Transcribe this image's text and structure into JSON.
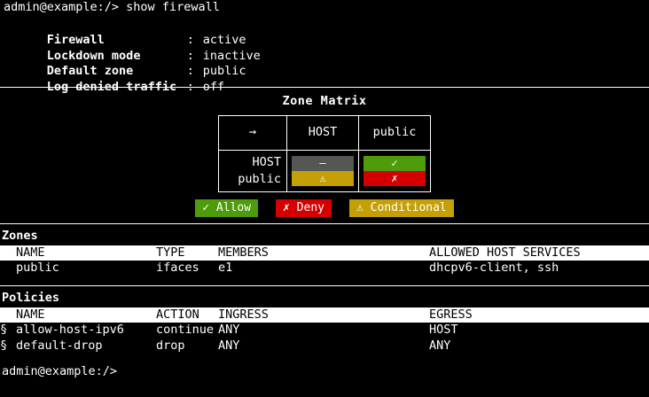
{
  "terminal": {
    "prompt": "admin@example:/>",
    "command": " show firewall",
    "command_line": "admin@example:/> show firewall",
    "trailing_prompt": "admin@example:/>"
  },
  "summary": {
    "rows": [
      {
        "key": "Firewall",
        "colon": ":",
        "value": "active"
      },
      {
        "key": "Lockdown mode",
        "colon": ":",
        "value": "inactive"
      },
      {
        "key": "Default zone",
        "colon": ":",
        "value": "public"
      },
      {
        "key": "Log denied traffic",
        "colon": ":",
        "value": "off"
      }
    ]
  },
  "matrix": {
    "title": "Zone Matrix",
    "corner_glyph": "→",
    "col_headers": [
      "HOST",
      "public"
    ],
    "row_headers": [
      "HOST",
      "public"
    ],
    "cells": [
      {
        "column": "HOST",
        "top_glyph": "–",
        "top_state": "none",
        "bottom_glyph": "⚠",
        "bottom_state": "conditional"
      },
      {
        "column": "public",
        "top_glyph": "✓",
        "top_state": "allow",
        "bottom_glyph": "✗",
        "bottom_state": "deny"
      }
    ]
  },
  "legend": {
    "items": [
      {
        "glyph": "✓",
        "label": "Allow",
        "color": "#4e9c0a"
      },
      {
        "glyph": "✗",
        "label": "Deny",
        "color": "#d40000"
      },
      {
        "glyph": "⚠",
        "label": "Conditional",
        "color": "#c4a006"
      }
    ],
    "allow_text": "✓ Allow",
    "deny_text": "✗ Deny",
    "conditional_text": "⚠ Conditional"
  },
  "zones": {
    "title": "Zones",
    "headers": {
      "name": "NAME",
      "type": "TYPE",
      "members": "MEMBERS",
      "services": "ALLOWED HOST SERVICES"
    },
    "rows": [
      {
        "name": "public",
        "type": "ifaces",
        "members": "e1",
        "services": "dhcpv6-client, ssh"
      }
    ]
  },
  "policies": {
    "title": "Policies",
    "headers": {
      "name": "NAME",
      "action": "ACTION",
      "ingress": "INGRESS",
      "egress": "EGRESS"
    },
    "indicator": "§",
    "rows": [
      {
        "indicator": "§",
        "name": "allow-host-ipv6",
        "action": "continue",
        "ingress": "ANY",
        "egress": "HOST"
      },
      {
        "indicator": "§",
        "name": "default-drop",
        "action": "drop",
        "ingress": "ANY",
        "egress": "ANY"
      }
    ]
  },
  "colors": {
    "background": "#000000",
    "foreground": "#ffffff",
    "allow": "#4e9c0a",
    "deny": "#d40000",
    "conditional": "#c4a006",
    "none": "#555753"
  }
}
